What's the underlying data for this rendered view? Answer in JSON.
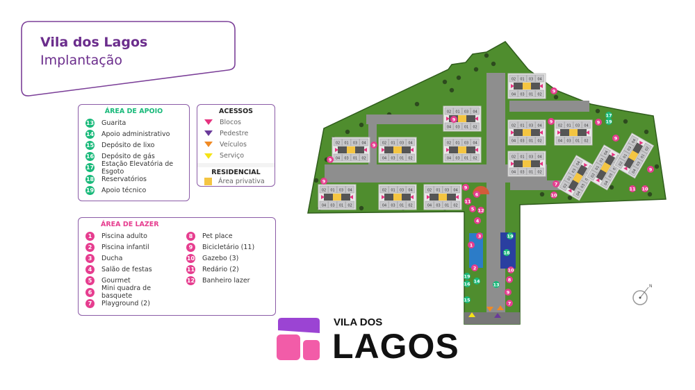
{
  "title": {
    "name": "Vila dos Lagos",
    "subtitle": "Implantação"
  },
  "apoio": {
    "heading": "ÁREA DE APOIO",
    "items": [
      {
        "n": "13",
        "label": "Guarita"
      },
      {
        "n": "14",
        "label": "Apoio administrativo"
      },
      {
        "n": "15",
        "label": "Depósito de lixo"
      },
      {
        "n": "16",
        "label": "Depósito de gás"
      },
      {
        "n": "17",
        "label": "Estação Elevatória de Esgoto"
      },
      {
        "n": "18",
        "label": "Reservatórios"
      },
      {
        "n": "19",
        "label": "Apoio técnico"
      }
    ]
  },
  "acessos": {
    "heading": "ACESSOS",
    "items": [
      {
        "label": "Blocos",
        "color": "#e6337f"
      },
      {
        "label": "Pedestre",
        "color": "#6a3a9a"
      },
      {
        "label": "Veículos",
        "color": "#f08a24"
      },
      {
        "label": "Serviço",
        "color": "#f5e316"
      }
    ],
    "residencial_heading": "RESIDENCIAL",
    "residencial_label": "Área privativa",
    "residencial_color": "#f4c542"
  },
  "lazer": {
    "heading": "ÁREA DE LAZER",
    "col1": [
      {
        "n": "1",
        "label": "Piscina adulto"
      },
      {
        "n": "2",
        "label": "Piscina infantil"
      },
      {
        "n": "3",
        "label": "Ducha"
      },
      {
        "n": "4",
        "label": "Salão de festas"
      },
      {
        "n": "5",
        "label": "Gourmet"
      },
      {
        "n": "6",
        "label": "Mini quadra de basquete"
      },
      {
        "n": "7",
        "label": "Playground (2)"
      }
    ],
    "col2": [
      {
        "n": "8",
        "label": "Pet place"
      },
      {
        "n": "9",
        "label": "Bicicletário (11)"
      },
      {
        "n": "10",
        "label": "Gazebo (3)"
      },
      {
        "n": "11",
        "label": "Redário (2)"
      },
      {
        "n": "12",
        "label": "Banheiro lazer"
      }
    ]
  },
  "map": {
    "unit_top": [
      "02",
      "01",
      "03",
      "04"
    ],
    "unit_bottom": [
      "04",
      "03",
      "01",
      "02"
    ],
    "markers": [
      "9",
      "9",
      "9",
      "9",
      "9",
      "9",
      "9",
      "9",
      "9",
      "9",
      "17",
      "19",
      "7",
      "10",
      "11",
      "10",
      "6",
      "11",
      "5",
      "12",
      "4",
      "3",
      "1",
      "2",
      "19",
      "18",
      "10",
      "19",
      "14",
      "16",
      "13",
      "8",
      "9",
      "15",
      "7"
    ],
    "compass": "N"
  },
  "logo": {
    "line1": "VILA DOS",
    "line2": "LAGOS"
  }
}
